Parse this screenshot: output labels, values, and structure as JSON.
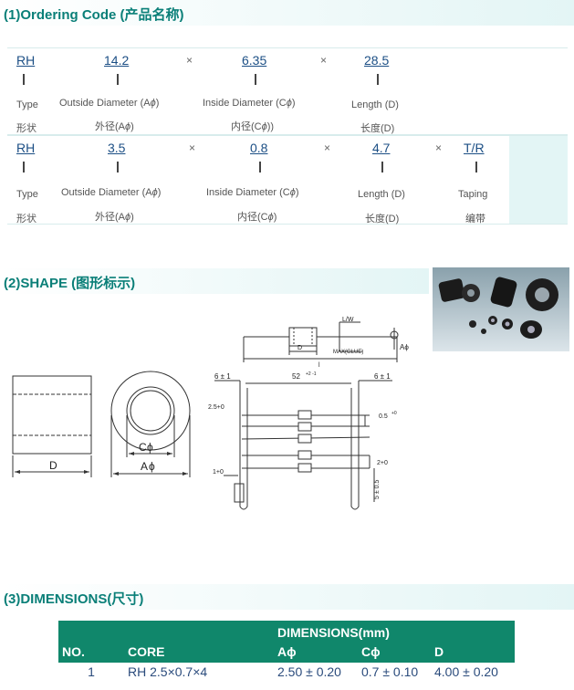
{
  "sections": {
    "ordering_title": "(1)Ordering Code (产品名称)",
    "shape_title": "(2)SHAPE (图形标示)",
    "dimensions_title": "(3)DIMENSIONS(尺寸)"
  },
  "ordering": {
    "row1": {
      "parts": [
        "RH",
        "14.2",
        "6.35",
        "28.5"
      ],
      "sep": "×",
      "labels_en": [
        "Type",
        "Outside Diameter (A",
        "Inside Diameter (C",
        "Length (D)"
      ],
      "labels_cn": [
        "形状",
        "外径(A",
        "内径(C",
        "长度(D)"
      ]
    },
    "row2": {
      "parts": [
        "RH",
        "3.5",
        "0.8",
        "4.7",
        "T/R"
      ],
      "sep": "×",
      "labels_en": [
        "Type",
        "Outside Diameter (A",
        "Inside Diameter (C",
        "Length (D)",
        "Taping"
      ],
      "labels_cn": [
        "形状",
        "外径(A",
        "内径(C",
        "长度(D)",
        "编带"
      ]
    },
    "phi": "ϕ",
    "close_paren": ")",
    "close_paren_double": "))"
  },
  "shape": {
    "core_labels": {
      "D": "D",
      "C": "C",
      "A": "A",
      "phi": "ϕ"
    },
    "tape_labels": {
      "d": "D",
      "lw": "L/W",
      "max_glue": "MAX(GLUE)",
      "l": "l",
      "a_phi": "Aϕ",
      "six_left": "6 ± 1",
      "fiftytwo": "52",
      "fiftytwo_tol": "+2 -1",
      "six_right": "6 ± 1",
      "two_five": "2.5+0",
      "half": "0.5",
      "half_tol": "+0",
      "one": "1+0",
      "two": "2+0",
      "five": "5 ± 0.5"
    }
  },
  "dimensions": {
    "group_header": "DIMENSIONS(mm)",
    "headers": [
      "NO.",
      "CORE",
      "Aϕ",
      "Cϕ",
      "D"
    ],
    "rows": [
      [
        "1",
        "RH 2.5×0.7×4",
        "2.50 ± 0.20",
        "0.7 ± 0.10",
        "4.00 ± 0.20"
      ]
    ]
  },
  "colors": {
    "title": "#0a7f78",
    "code": "#1c4f85",
    "table_header": "#10876b"
  }
}
